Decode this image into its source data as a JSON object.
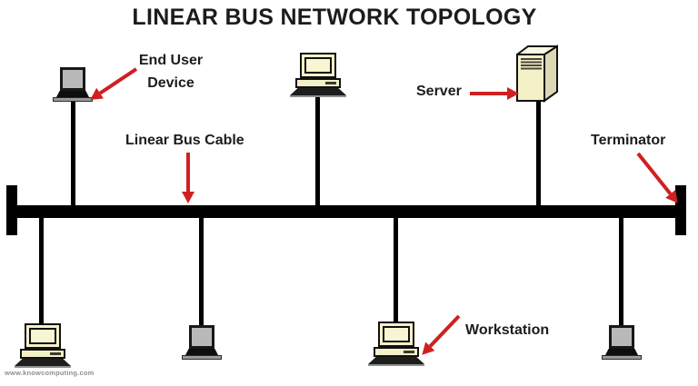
{
  "title": "LINEAR BUS NETWORK TOPOLOGY",
  "watermark": "www.knowcomputing.com",
  "labels": {
    "end_user_device": "End User Device",
    "linear_bus_cable": "Linear Bus Cable",
    "server": "Server",
    "terminator": "Terminator",
    "workstation": "Workstation"
  },
  "colors": {
    "arrow_red": "#cf2020",
    "bus_black": "#000000",
    "device_cream": "#f4f0c8",
    "device_gray": "#b9b9b9",
    "text": "#1a1a1a"
  },
  "diagram": {
    "type": "network-topology",
    "topology": "linear-bus",
    "bus": {
      "orientation": "horizontal",
      "terminator_count": 2
    },
    "nodes_above_bus": [
      {
        "type": "laptop",
        "callout": "End User Device"
      },
      {
        "type": "desktop-computer",
        "callout": ""
      },
      {
        "type": "server-tower",
        "callout": "Server"
      }
    ],
    "nodes_below_bus": [
      {
        "type": "desktop-computer",
        "callout": ""
      },
      {
        "type": "laptop",
        "callout": ""
      },
      {
        "type": "desktop-computer",
        "callout": "Workstation"
      },
      {
        "type": "laptop",
        "callout": ""
      }
    ]
  }
}
